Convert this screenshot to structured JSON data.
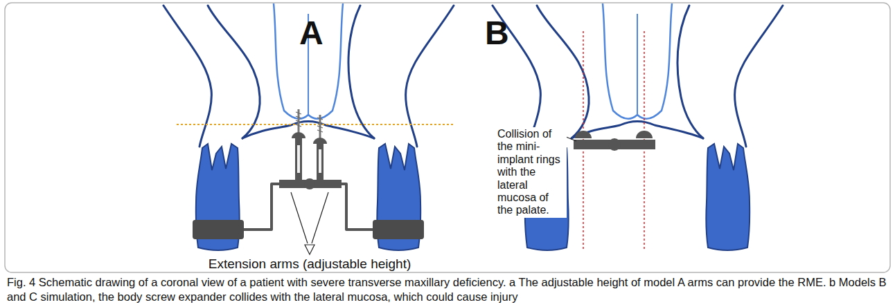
{
  "diagram": {
    "caption": "Fig. 4 Schematic drawing of a coronal view of a patient with severe transverse maxillary deficiency. a The adjustable height of model A arms can provide the RME. b Models B and C simulation, the body screw expander collides with the lateral mucosa, which could cause injury",
    "labels": [
      "A",
      "Extension arms (adjustable height)",
      "B",
      "Collision of the mini-implant rings with the lateral mucosa of the palate."
    ]
  }
}
